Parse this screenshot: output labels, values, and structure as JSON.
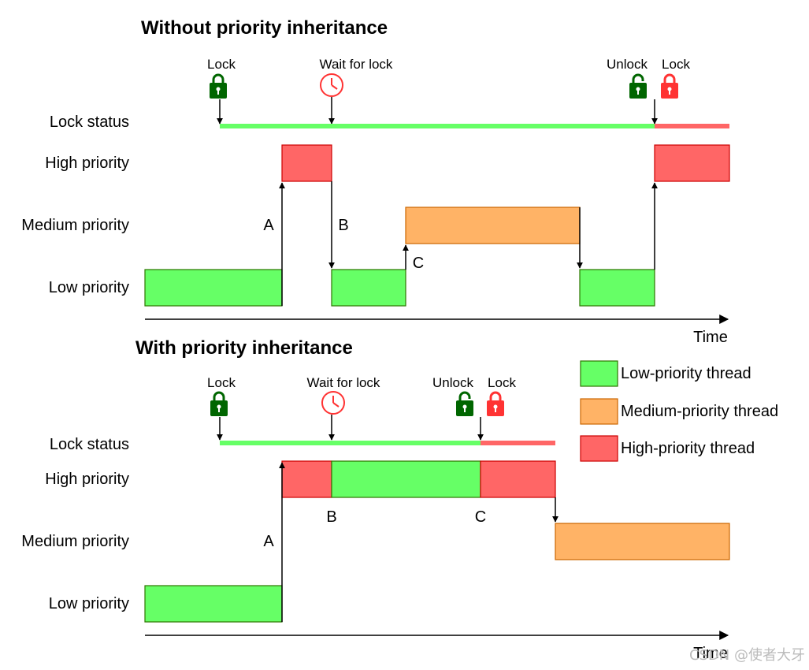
{
  "colors": {
    "low_fill": "#66ff66",
    "low_stroke": "#2d7600",
    "medium_fill": "#ffb366",
    "medium_stroke": "#cc6600",
    "high_fill": "#ff6666",
    "high_stroke": "#cc0000",
    "lock_green": "#006600",
    "lock_red": "#ff3333",
    "clock_red": "#ff3333"
  },
  "icons": {
    "lock": "padlock-icon",
    "wait": "clock-icon"
  },
  "top": {
    "title": "Without priority inheritance",
    "row_labels": {
      "lock_status": "Lock status",
      "high": "High priority",
      "medium": "Medium priority",
      "low": "Low priority"
    },
    "events": {
      "lock": "Lock",
      "wait": "Wait for lock",
      "unlock": "Unlock",
      "lock2": "Lock"
    },
    "transitions": {
      "a": "A",
      "b": "B",
      "c": "C"
    },
    "time_label": "Time"
  },
  "bottom": {
    "title": "With priority inheritance",
    "row_labels": {
      "lock_status": "Lock status",
      "high": "High priority",
      "medium": "Medium priority",
      "low": "Low priority"
    },
    "events": {
      "lock": "Lock",
      "wait": "Wait for lock",
      "unlock": "Unlock",
      "lock2": "Lock"
    },
    "transitions": {
      "a": "A",
      "b": "B",
      "c": "C"
    },
    "time_label": "Time"
  },
  "legend": {
    "low": "Low-priority thread",
    "medium": "Medium-priority thread",
    "high": "High-priority thread"
  },
  "watermark": "CSDN @使者大牙"
}
